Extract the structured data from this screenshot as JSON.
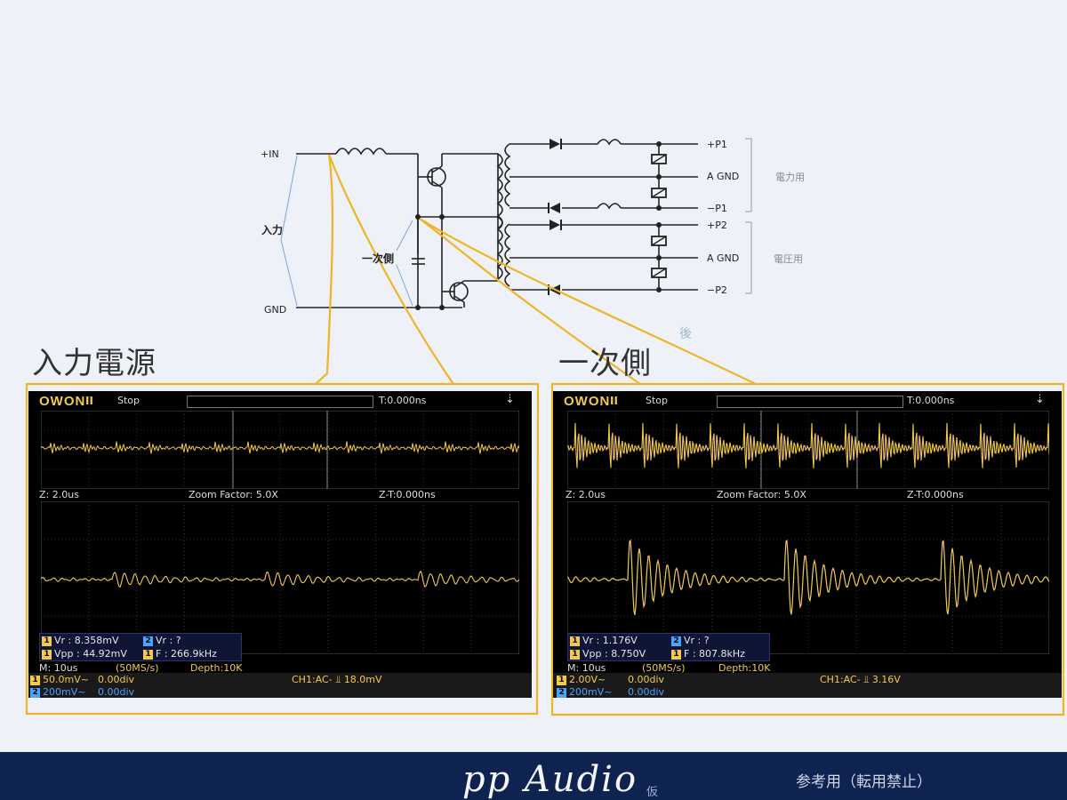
{
  "circuit": {
    "labels": {
      "plus_in": "+IN",
      "gnd": "GND",
      "input": "入力",
      "primary": "一次側",
      "p1_plus": "+P1",
      "agnd1": "A GND",
      "p1_minus": "−P1",
      "p2_plus": "+P2",
      "agnd2": "A GND",
      "p2_minus": "−P2",
      "power_group": "電力用",
      "voltage_group": "電圧用",
      "after": "後"
    }
  },
  "sections": {
    "left_title": "入力電源",
    "right_title": "一次側"
  },
  "scopes": [
    {
      "brand": "OWON",
      "run_mark": "II",
      "status": "Stop",
      "trig_time": "T:0.000ns",
      "zoom_time": "Z: 2.0us",
      "zoom_factor": "Zoom Factor: 5.0X",
      "zoom_t": "Z-T:0.000ns",
      "meas": {
        "vr1": "Vr : 8.358mV",
        "vr2": "Vr :     ?",
        "vpp": "Vpp : 44.92mV",
        "freq": "F : 266.9kHz"
      },
      "m_time": "M: 10us",
      "sample_rate": "(50MS/s)",
      "depth": "Depth:10K",
      "ch1_scale": "50.0mV~",
      "ch1_pos": "0.00div",
      "ch2_scale": "200mV~",
      "ch2_pos": "0.00div",
      "trigger": "CH1:AC- ⫫ 18.0mV",
      "ch1_label": "1",
      "ch2_label": "2"
    },
    {
      "brand": "OWON",
      "run_mark": "II",
      "status": "Stop",
      "trig_time": "T:0.000ns",
      "zoom_time": "Z: 2.0us",
      "zoom_factor": "Zoom Factor: 5.0X",
      "zoom_t": "Z-T:0.000ns",
      "meas": {
        "vr1": "Vr : 1.176V",
        "vr2": "Vr :     ?",
        "vpp": "Vpp : 8.750V",
        "freq": "F : 807.8kHz"
      },
      "m_time": "M: 10us",
      "sample_rate": "(50MS/s)",
      "depth": "Depth:10K",
      "ch1_scale": "2.00V~",
      "ch1_pos": "0.00div",
      "ch2_scale": "200mV~",
      "ch2_pos": "0.00div",
      "trigger": "CH1:AC- ⫫ 3.16V",
      "ch1_label": "1",
      "ch2_label": "2"
    }
  ],
  "footer": {
    "brand": "pp  Audio",
    "brand_sub": "仮",
    "notice": "参考用（転用禁止）"
  },
  "colors": {
    "ch1": "#f2c94c",
    "ch2": "#4aa3ff",
    "highlight": "#f0b429",
    "footer_bg": "#0e2350",
    "grid": "#3a3a3a"
  }
}
